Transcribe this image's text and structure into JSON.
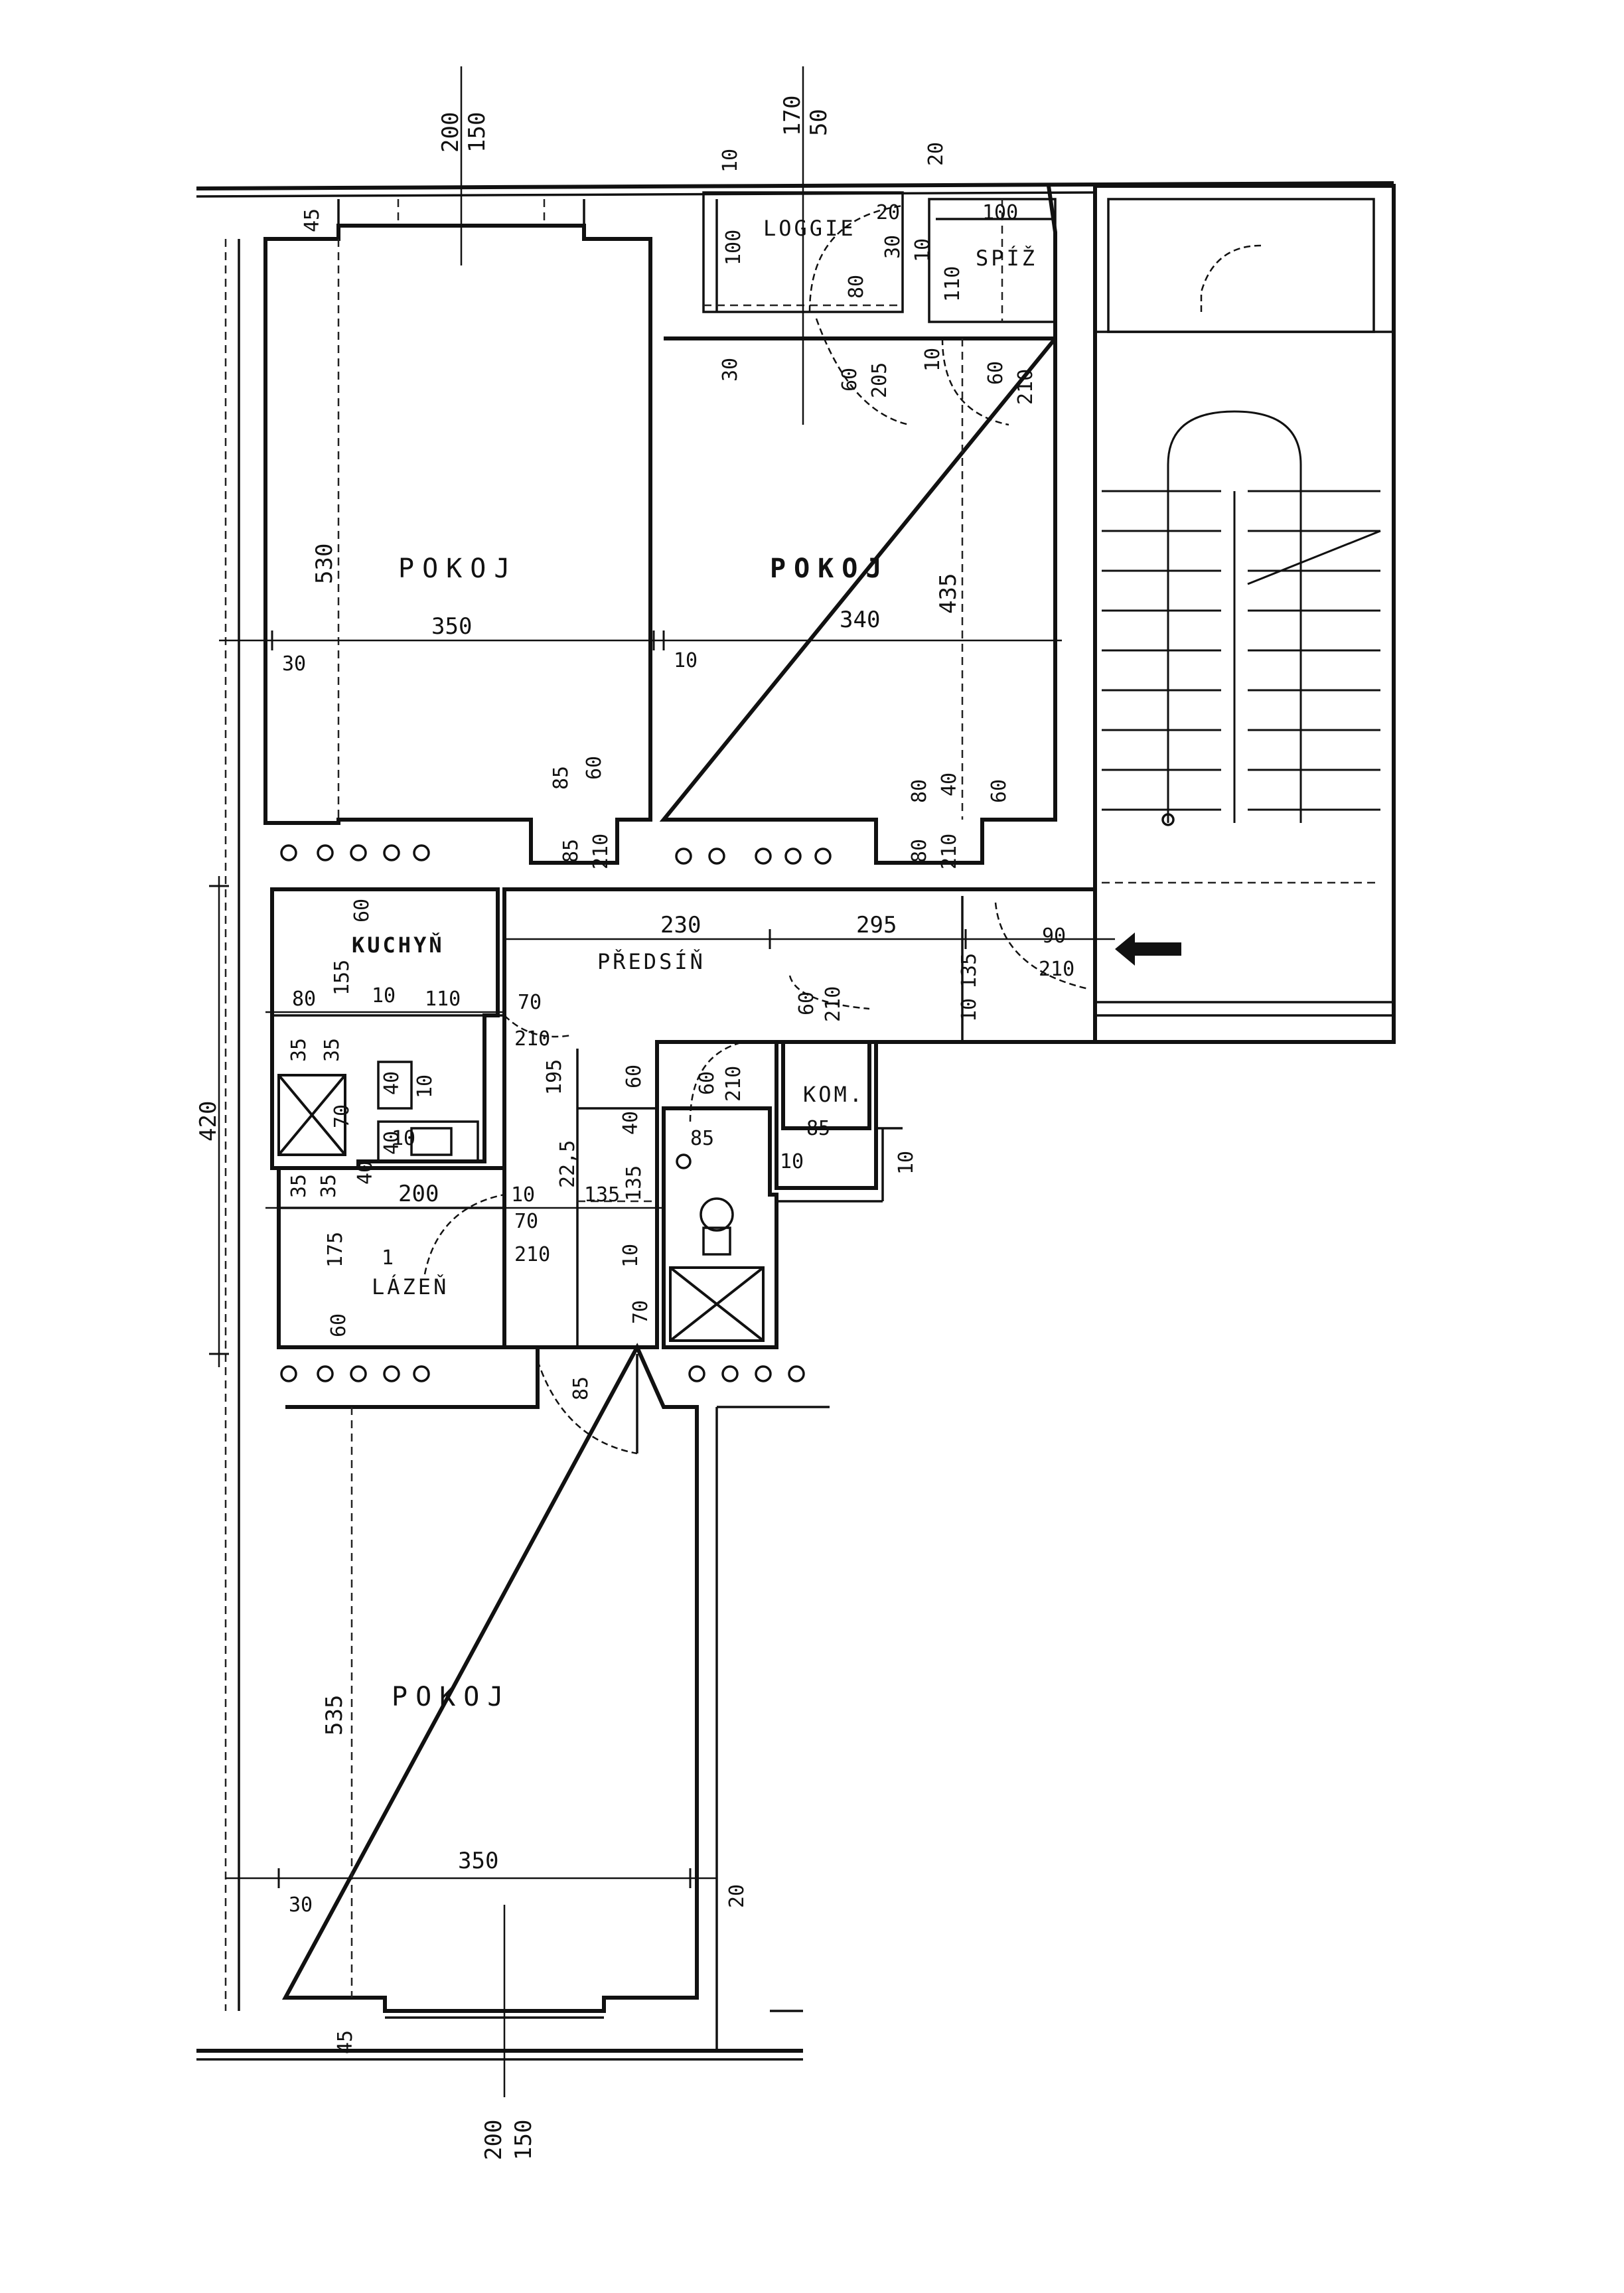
{
  "rooms": {
    "pokoj_top_left": "POKOJ",
    "pokoj_top_right": "POKOJ",
    "pokoj_bottom": "POKOJ",
    "loggie": "LOGGIE",
    "spiz": "SPÍŽ",
    "kuchyn": "KUCHYŇ",
    "predsin": "PŘEDSÍŇ",
    "kom": "KOM.",
    "lazen": "LÁZEŇ",
    "lazen_marker": "1"
  },
  "dimensions": {
    "top_window_a": "200",
    "top_window_b": "150",
    "top_loggie_a": "170",
    "top_loggie_b": "50",
    "top_loggie_10": "10",
    "top_spiz_20": "20",
    "wall_45_top": "45",
    "loggie_100": "100",
    "loggie_30": "30",
    "loggie_20": "20",
    "spiz_100": "100",
    "spiz_30": "30",
    "spiz_10": "10",
    "spiz_110": "110",
    "door_80": "80",
    "door_60": "60",
    "door_205": "205",
    "door_10": "10",
    "spiz_door_60": "60",
    "spiz_door_210": "210",
    "room1_height": "530",
    "room1_width": "350",
    "room1_wall": "30",
    "room2_width": "340",
    "room2_height": "435",
    "room2_wall": "10",
    "door1_85": "85",
    "door1_210": "210",
    "door1_top_85": "85",
    "door1_top_60": "60",
    "door2_80": "80",
    "door2_210": "210",
    "door2_top_80": "80",
    "door2_top_40": "40",
    "door2_60": "60",
    "hall_230": "230",
    "hall_295": "295",
    "entry_90": "90",
    "entry_210": "210",
    "hall_10": "10",
    "hall_135": "135",
    "kitchen_60": "60",
    "kitchen_155": "155",
    "kitchen_80": "80",
    "kitchen_10": "10",
    "kitchen_110": "110",
    "kitchen_70": "70",
    "kitchen_210": "210",
    "kitchen_195": "195",
    "kitchen_35a": "35",
    "kitchen_35b": "35",
    "kitchen_70b": "70",
    "sink_40": "40",
    "sink_10": "10",
    "sink_40b": "40",
    "sink_10b": "10",
    "kitchen_40": "40",
    "left_420": "420",
    "hall_60": "60",
    "hall_225": "22,5",
    "hall_40": "40",
    "wc_door_60": "60",
    "wc_door_210": "210",
    "kom_door_60": "60",
    "kom_door_210": "210",
    "wc_85": "85",
    "kom_85": "85",
    "kom_10a": "10",
    "kom_10b": "10",
    "bath_35a": "35",
    "bath_35b": "35",
    "bath_200": "200",
    "bath_10": "10",
    "bath_70": "70",
    "bath_210": "210",
    "bath_135a": "135",
    "bath_135b": "135",
    "bath_175": "175",
    "bath_60": "60",
    "wc_10": "10",
    "wc_70": "70",
    "door3_85": "85",
    "room3_height": "535",
    "room3_width": "350",
    "room3_wall": "30",
    "room3_20": "20",
    "wall_45_bottom": "45",
    "bottom_window_a": "200",
    "bottom_window_b": "150"
  },
  "entry_arrow": "entrance-arrow"
}
